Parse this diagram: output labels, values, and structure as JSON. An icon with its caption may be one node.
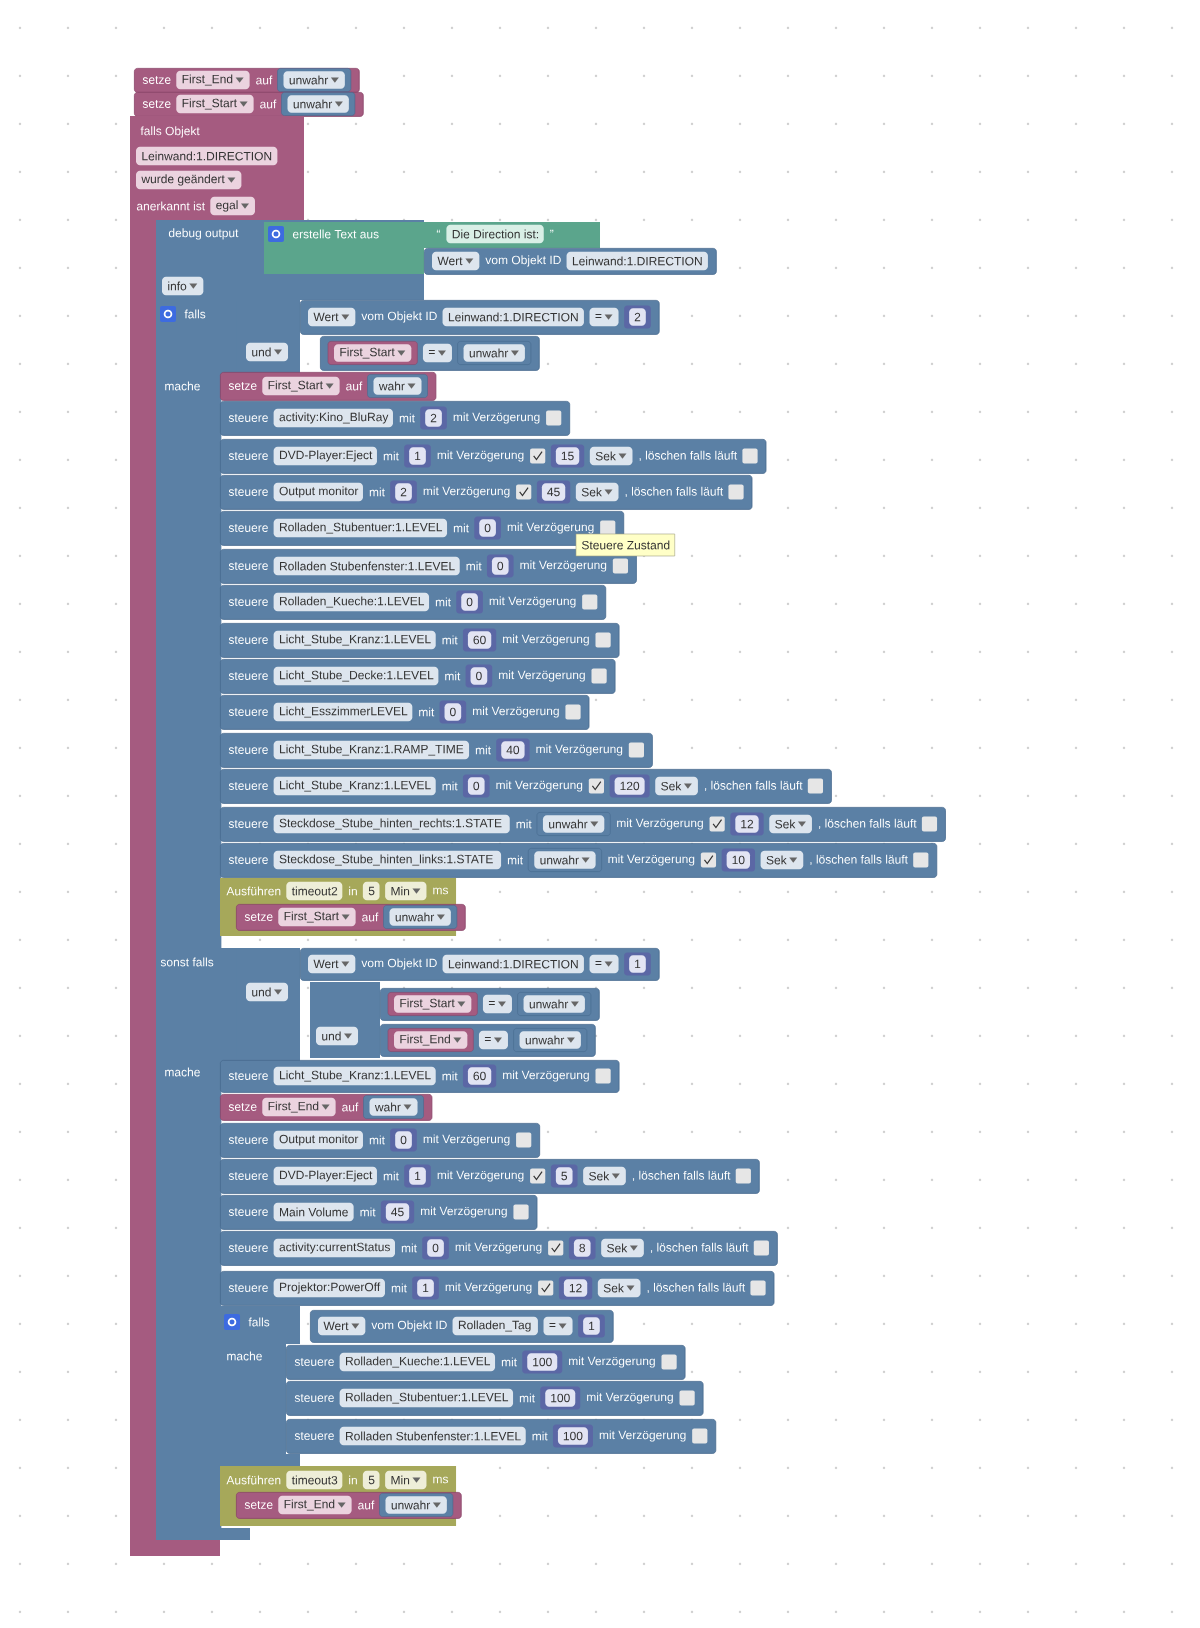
{
  "diagram": {
    "nodes": [
      {
        "text": [
          "setze",
          "First_End",
          "auf",
          "unwahr"
        ]
      },
      {
        "text": [
          "setze",
          "First_Start",
          "auf",
          "unwahr"
        ]
      },
      {
        "text": [
          "falls Objekt",
          "Leinwand:1.DIRECTION",
          "wurde geändert",
          "anerkannt ist",
          "egal"
        ]
      },
      {
        "text": [
          "debug output",
          "info"
        ]
      },
      {
        "text": [
          "erstelle Text aus",
          "“",
          "Die Direction ist:",
          "”"
        ]
      },
      {
        "text": [
          "Wert",
          "vom Objekt ID",
          "Leinwand:1.DIRECTION"
        ]
      },
      {
        "text": [
          "falls",
          "mache",
          "sonst falls",
          "mache"
        ],
        "in": 2
      },
      {
        "text": [
          "und"
        ],
        "in": 6
      },
      {
        "text": [
          "Wert",
          "vom Objekt ID",
          "Leinwand:1.DIRECTION",
          "=",
          "2"
        ]
      },
      {
        "text": [
          "First_Start",
          "=",
          "unwahr"
        ]
      },
      {
        "text": [
          "setze",
          "First_Start",
          "auf",
          "wahr"
        ]
      },
      {
        "text": [
          "steuere",
          "activity:Kino_BluRay",
          "mit",
          "2",
          "mit Verzögerung"
        ]
      },
      {
        "text": [
          "steuere",
          "DVD-Player:Eject",
          "mit",
          "1",
          "mit Verzögerung",
          "15",
          "Sek",
          ", löschen falls läuft"
        ]
      },
      {
        "text": [
          "steuere",
          "Output monitor",
          "mit",
          "2",
          "mit Verzögerung",
          "45",
          "Sek",
          ", löschen falls läuft"
        ]
      },
      {
        "text": [
          "steuere",
          "Rolladen_Stubentuer:1.LEVEL",
          "mit",
          "0",
          "mit Verzögerung"
        ]
      },
      {
        "text": [
          "steuere",
          "Rolladen Stubenfenster:1.LEVEL",
          "mit",
          "0",
          "mit Verzögerung"
        ]
      },
      {
        "text": [
          "steuere",
          "Rolladen_Kueche:1.LEVEL",
          "mit",
          "0",
          "mit Verzögerung"
        ]
      },
      {
        "text": [
          "steuere",
          "Licht_Stube_Kranz:1.LEVEL",
          "mit",
          "60",
          "mit Verzögerung"
        ]
      },
      {
        "text": [
          "steuere",
          "Licht_Stube_Decke:1.LEVEL",
          "mit",
          "0",
          "mit Verzögerung"
        ]
      },
      {
        "text": [
          "steuere",
          "Licht_EsszimmerLEVEL",
          "mit",
          "0",
          "mit Verzögerung"
        ]
      },
      {
        "text": [
          "steuere",
          "Licht_Stube_Kranz:1.RAMP_TIME",
          "mit",
          "40",
          "mit Verzögerung"
        ]
      },
      {
        "text": [
          "steuere",
          "Licht_Stube_Kranz:1.LEVEL",
          "mit",
          "0",
          "mit Verzögerung",
          "120",
          "Sek",
          ", löschen falls läuft"
        ]
      },
      {
        "text": [
          "steuere",
          "Steckdose_Stube_hinten_rechts:1.STATE",
          "mit",
          "unwahr",
          "mit Verzögerung",
          "12",
          "Sek",
          ", löschen falls läuft"
        ]
      },
      {
        "text": [
          "steuere",
          "Steckdose_Stube_hinten_links:1.STATE",
          "mit",
          "unwahr",
          "mit Verzögerung",
          "10",
          "Sek",
          ", löschen falls läuft"
        ]
      },
      {
        "text": [
          "Ausführen",
          "timeout2",
          "in",
          "5",
          "Min",
          "ms"
        ]
      },
      {
        "text": [
          "setze",
          "First_Start",
          "auf",
          "unwahr"
        ],
        "in": 24
      },
      {
        "text": [
          "und"
        ],
        "in": 6
      },
      {
        "text": [
          "Wert",
          "vom Objekt ID",
          "Leinwand:1.DIRECTION",
          "=",
          "1"
        ]
      },
      {
        "text": [
          "und"
        ]
      },
      {
        "text": [
          "First_Start",
          "=",
          "unwahr"
        ]
      },
      {
        "text": [
          "First_End",
          "=",
          "unwahr"
        ]
      },
      {
        "text": [
          "steuere",
          "Licht_Stube_Kranz:1.LEVEL",
          "mit",
          "60",
          "mit Verzögerung"
        ]
      },
      {
        "text": [
          "setze",
          "First_End",
          "auf",
          "wahr"
        ]
      },
      {
        "text": [
          "steuere",
          "Output monitor",
          "mit",
          "0",
          "mit Verzögerung"
        ]
      },
      {
        "text": [
          "steuere",
          "DVD-Player:Eject",
          "mit",
          "1",
          "mit Verzögerung",
          "5",
          "Sek",
          ", löschen falls läuft"
        ]
      },
      {
        "text": [
          "steuere",
          "Main Volume",
          "mit",
          "45",
          "mit Verzögerung"
        ]
      },
      {
        "text": [
          "steuere",
          "activity:currentStatus",
          "mit",
          "0",
          "mit Verzögerung",
          "8",
          "Sek",
          ", löschen falls läuft"
        ]
      },
      {
        "text": [
          "steuere",
          "Projektor:PowerOff",
          "mit",
          "1",
          "mit Verzögerung",
          "12",
          "Sek",
          ", löschen falls läuft"
        ]
      },
      {
        "text": [
          "falls",
          "mache"
        ],
        "in": 6
      },
      {
        "text": [
          "Wert",
          "vom Objekt ID",
          "Rolladen_Tag",
          "=",
          "1"
        ]
      },
      {
        "text": [
          "steuere",
          "Rolladen_Kueche:1.LEVEL",
          "mit",
          "100",
          "mit Verzögerung"
        ]
      },
      {
        "text": [
          "steuere",
          "Rolladen_Stubentuer:1.LEVEL",
          "mit",
          "100",
          "mit Verzögerung"
        ]
      },
      {
        "text": [
          "steuere",
          "Rolladen Stubenfenster:1.LEVEL",
          "mit",
          "100",
          "mit Verzögerung"
        ]
      },
      {
        "text": [
          "Ausführen",
          "timeout3",
          "in",
          "5",
          "Min",
          "ms"
        ]
      },
      {
        "text": [
          "setze",
          "First_End",
          "auf",
          "unwahr"
        ],
        "in": 43
      }
    ],
    "labels": [
      "Steuere Zustand"
    ]
  }
}
